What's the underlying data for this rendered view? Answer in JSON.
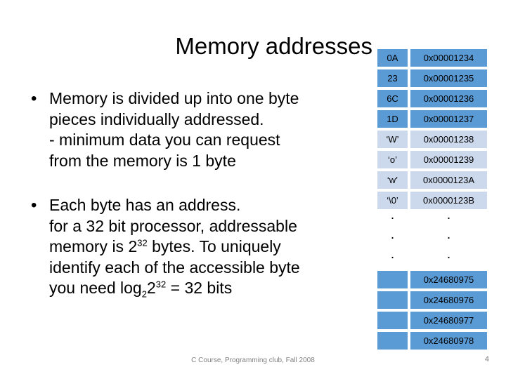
{
  "slide": {
    "title": "Memory addresses",
    "footer": "C Course, Programming club, Fall 2008",
    "page_number": "4"
  },
  "colors": {
    "fill_dark": "#5b9bd5",
    "fill_light": "#ccd9ed",
    "text": "#000000",
    "footer_text": "#808080"
  },
  "bullets": [
    {
      "marker": "•",
      "lines": [
        "Memory is divided up into one byte",
        "pieces individually addressed.",
        "- minimum data you can request",
        "from the memory is 1 byte"
      ]
    },
    {
      "marker": "•",
      "lines": [
        "Each byte has an address.",
        "for a 32 bit processor, addressable",
        "memory is 2",
        " bytes. To uniquely",
        "identify each of the accessible byte",
        "you need log",
        "2",
        "2",
        "32",
        " = 32 bits"
      ],
      "line2_prefix": "memory is 2",
      "line2_sup": "32",
      "line2_suffix": " bytes. To uniquely",
      "line4_prefix": "you need log",
      "line4_sub": "2",
      "line4_base": "2",
      "line4_sup": "32",
      "line4_suffix": " = 32 bits"
    }
  ],
  "memory_table": {
    "rows": [
      {
        "value": "0A",
        "address": "0x00001234",
        "fill": "dark"
      },
      {
        "value": "23",
        "address": "0x00001235",
        "fill": "dark"
      },
      {
        "value": "6C",
        "address": "0x00001236",
        "fill": "dark"
      },
      {
        "value": "1D",
        "address": "0x00001237",
        "fill": "dark"
      },
      {
        "value": "‘W’",
        "address": "0x00001238",
        "fill": "light"
      },
      {
        "value": "‘o’",
        "address": "0x00001239",
        "fill": "light"
      },
      {
        "value": "‘w’",
        "address": "0x0000123A",
        "fill": "light"
      },
      {
        "value": "‘\\0’",
        "address": "0x0000123B",
        "fill": "light"
      }
    ],
    "ellipsis_rows": [
      {
        "value": ".",
        "address": "."
      },
      {
        "value": ".",
        "address": "."
      },
      {
        "value": ".",
        "address": "."
      }
    ],
    "tail_rows": [
      {
        "value": "",
        "address": "0x24680975",
        "fill": "dark"
      },
      {
        "value": "",
        "address": "0x24680976",
        "fill": "dark"
      },
      {
        "value": "",
        "address": "0x24680977",
        "fill": "dark"
      },
      {
        "value": "",
        "address": "0x24680978",
        "fill": "dark"
      }
    ]
  }
}
